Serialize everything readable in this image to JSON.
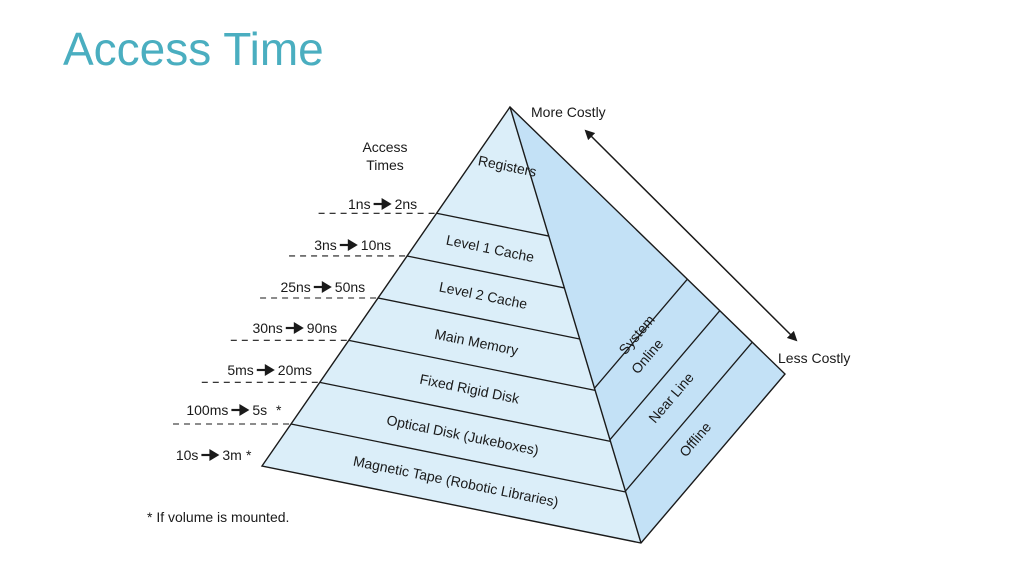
{
  "slide": {
    "title": "Access Time"
  },
  "diagram": {
    "access_header": [
      "Access",
      "Times"
    ],
    "more_costly": "More Costly",
    "less_costly": "Less Costly",
    "footnote": "*  If volume is mounted.",
    "levels": [
      {
        "label": "Registers",
        "from": "1ns",
        "to": "2ns",
        "star": ""
      },
      {
        "label": "Level 1 Cache",
        "from": "3ns",
        "to": "10ns",
        "star": ""
      },
      {
        "label": "Level 2 Cache",
        "from": "25ns",
        "to": "50ns",
        "star": ""
      },
      {
        "label": "Main Memory",
        "from": "30ns",
        "to": "90ns",
        "star": ""
      },
      {
        "label": "Fixed Rigid Disk",
        "from": "5ms",
        "to": "20ms",
        "star": ""
      },
      {
        "label": "Optical Disk (Jukeboxes)",
        "from": "100ms",
        "to": "5s",
        "star": "*"
      },
      {
        "label": "Magnetic Tape (Robotic Libraries)",
        "from": "10s",
        "to": "3m",
        "star": "*"
      }
    ],
    "side_labels": [
      "System",
      "Online",
      "Near Line",
      "Offline"
    ],
    "colors": {
      "front_face": "#dbeef9",
      "side_face": "#c3e1f6",
      "outline": "#1a1a1a"
    }
  }
}
